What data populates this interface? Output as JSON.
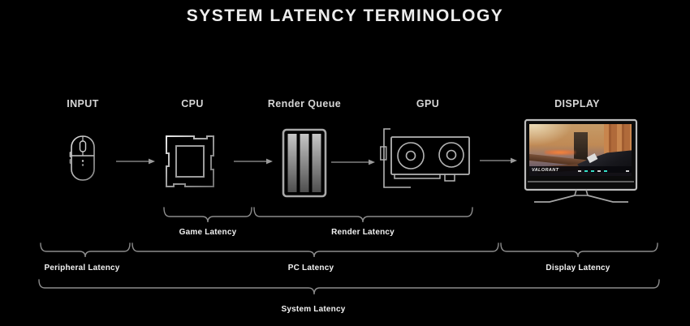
{
  "title": "SYSTEM LATENCY TERMINOLOGY",
  "pipeline": {
    "stages": [
      {
        "label": "INPUT",
        "icon": "mouse-icon"
      },
      {
        "label": "CPU",
        "icon": "cpu-chip-icon"
      },
      {
        "label": "Render Queue",
        "icon": "render-queue-icon"
      },
      {
        "label": "GPU",
        "icon": "gpu-card-icon"
      },
      {
        "label": "DISPLAY",
        "icon": "monitor-icon"
      }
    ]
  },
  "display": {
    "game_logo": "VALORANT"
  },
  "brackets": {
    "game": {
      "label": "Game Latency"
    },
    "render": {
      "label": "Render Latency"
    },
    "peripheral": {
      "label": "Peripheral Latency"
    },
    "pc": {
      "label": "PC Latency"
    },
    "display": {
      "label": "Display Latency"
    },
    "system": {
      "label": "System Latency"
    }
  },
  "colors": {
    "background": "#000000",
    "arrow_line": "#9a9a9a",
    "bracket_line": "#8c8c8c",
    "label_text": "#f2f2f2",
    "stage_text": "#d6d6d6",
    "hud_teal": "#35e0c8"
  }
}
